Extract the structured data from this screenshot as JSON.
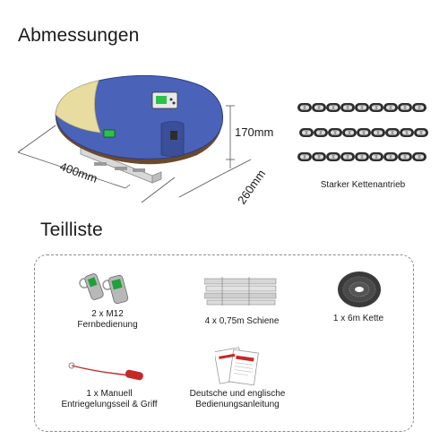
{
  "headings": {
    "dimensions": "Abmessungen",
    "parts": "Teilliste"
  },
  "dimensions": {
    "length": "400mm",
    "height": "170mm",
    "depth": "260mm"
  },
  "chain_caption": "Starker Kettenantrieb",
  "parts": [
    {
      "icon": "remote-control-icon",
      "line1": "2 x M12",
      "line2": "Fernbedienung"
    },
    {
      "icon": "rail-icon",
      "line1": "4 x 0,75m Schiene",
      "line2": ""
    },
    {
      "icon": "chain-coil-icon",
      "line1": "1 x 6m Kette",
      "line2": ""
    },
    {
      "icon": "release-cord-icon",
      "line1": "1 x Manuell",
      "line2": "Entriegelungsseil & Griff"
    },
    {
      "icon": "manual-icon",
      "line1": "Deutsche und englische",
      "line2": "Bedienungsanleitung"
    }
  ],
  "colors": {
    "motor_body": "#4a63b8",
    "motor_base": "#6b4a2a",
    "motor_cap": "#e8dca0",
    "box_border": "#8a8a8a"
  }
}
